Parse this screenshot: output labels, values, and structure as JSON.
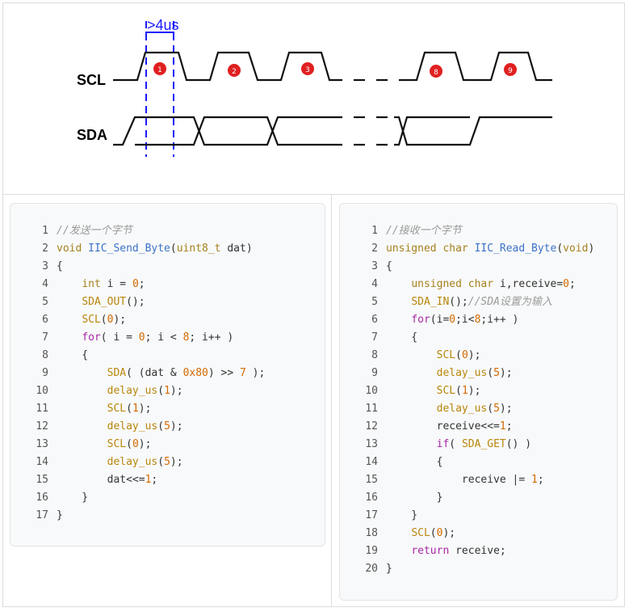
{
  "diagram": {
    "timing_label": ">4us",
    "scl_label": "SCL",
    "sda_label": "SDA",
    "pulses": [
      "1",
      "2",
      "3",
      "8",
      "9"
    ],
    "colors": {
      "signal": "#111111",
      "marker": "#1a1aff",
      "pulse_badge": "#e02020"
    }
  },
  "left_code": {
    "lines": [
      {
        "n": "1",
        "tokens": [
          {
            "t": "//发送一个字节",
            "c": "cm"
          }
        ]
      },
      {
        "n": "2",
        "tokens": [
          {
            "t": "void ",
            "c": "kw"
          },
          {
            "t": "IIC_Send_Byte",
            "c": "fn"
          },
          {
            "t": "(",
            "c": "txt"
          },
          {
            "t": "uint8_t",
            "c": "kw"
          },
          {
            "t": " dat)",
            "c": "txt"
          }
        ]
      },
      {
        "n": "3",
        "tokens": [
          {
            "t": "{",
            "c": "txt"
          }
        ]
      },
      {
        "n": "4",
        "tokens": [
          {
            "t": "    ",
            "c": "txt"
          },
          {
            "t": "int",
            "c": "kw"
          },
          {
            "t": " i = ",
            "c": "txt"
          },
          {
            "t": "0",
            "c": "num"
          },
          {
            "t": ";",
            "c": "txt"
          }
        ]
      },
      {
        "n": "5",
        "tokens": [
          {
            "t": "    ",
            "c": "txt"
          },
          {
            "t": "SDA_OUT",
            "c": "call"
          },
          {
            "t": "();",
            "c": "txt"
          }
        ]
      },
      {
        "n": "6",
        "tokens": [
          {
            "t": "    ",
            "c": "txt"
          },
          {
            "t": "SCL",
            "c": "call"
          },
          {
            "t": "(",
            "c": "txt"
          },
          {
            "t": "0",
            "c": "num"
          },
          {
            "t": ");",
            "c": "txt"
          }
        ]
      },
      {
        "n": "7",
        "tokens": [
          {
            "t": "    ",
            "c": "txt"
          },
          {
            "t": "for",
            "c": "ctl"
          },
          {
            "t": "( i = ",
            "c": "txt"
          },
          {
            "t": "0",
            "c": "num"
          },
          {
            "t": "; i < ",
            "c": "txt"
          },
          {
            "t": "8",
            "c": "num"
          },
          {
            "t": "; i++ )",
            "c": "txt"
          }
        ]
      },
      {
        "n": "8",
        "tokens": [
          {
            "t": "    {",
            "c": "txt"
          }
        ]
      },
      {
        "n": "9",
        "tokens": [
          {
            "t": "        ",
            "c": "txt"
          },
          {
            "t": "SDA",
            "c": "call"
          },
          {
            "t": "( (dat & ",
            "c": "txt"
          },
          {
            "t": "0x80",
            "c": "num"
          },
          {
            "t": ") >> ",
            "c": "txt"
          },
          {
            "t": "7",
            "c": "num"
          },
          {
            "t": " );",
            "c": "txt"
          }
        ]
      },
      {
        "n": "10",
        "tokens": [
          {
            "t": "        ",
            "c": "txt"
          },
          {
            "t": "delay_us",
            "c": "call"
          },
          {
            "t": "(",
            "c": "txt"
          },
          {
            "t": "1",
            "c": "num"
          },
          {
            "t": ");",
            "c": "txt"
          }
        ]
      },
      {
        "n": "11",
        "tokens": [
          {
            "t": "        ",
            "c": "txt"
          },
          {
            "t": "SCL",
            "c": "call"
          },
          {
            "t": "(",
            "c": "txt"
          },
          {
            "t": "1",
            "c": "num"
          },
          {
            "t": ");",
            "c": "txt"
          }
        ]
      },
      {
        "n": "12",
        "tokens": [
          {
            "t": "        ",
            "c": "txt"
          },
          {
            "t": "delay_us",
            "c": "call"
          },
          {
            "t": "(",
            "c": "txt"
          },
          {
            "t": "5",
            "c": "num"
          },
          {
            "t": ");",
            "c": "txt"
          }
        ]
      },
      {
        "n": "13",
        "tokens": [
          {
            "t": "        ",
            "c": "txt"
          },
          {
            "t": "SCL",
            "c": "call"
          },
          {
            "t": "(",
            "c": "txt"
          },
          {
            "t": "0",
            "c": "num"
          },
          {
            "t": ");",
            "c": "txt"
          }
        ]
      },
      {
        "n": "14",
        "tokens": [
          {
            "t": "        ",
            "c": "txt"
          },
          {
            "t": "delay_us",
            "c": "call"
          },
          {
            "t": "(",
            "c": "txt"
          },
          {
            "t": "5",
            "c": "num"
          },
          {
            "t": ");",
            "c": "txt"
          }
        ]
      },
      {
        "n": "15",
        "tokens": [
          {
            "t": "        dat<<=",
            "c": "txt"
          },
          {
            "t": "1",
            "c": "num"
          },
          {
            "t": ";",
            "c": "txt"
          }
        ]
      },
      {
        "n": "16",
        "tokens": [
          {
            "t": "    }",
            "c": "txt"
          }
        ]
      },
      {
        "n": "17",
        "tokens": [
          {
            "t": "}",
            "c": "txt"
          }
        ]
      }
    ]
  },
  "right_code": {
    "lines": [
      {
        "n": "1",
        "tokens": [
          {
            "t": "//接收一个字节",
            "c": "cm"
          }
        ]
      },
      {
        "n": "2",
        "tokens": [
          {
            "t": "unsigned char ",
            "c": "kw"
          },
          {
            "t": "IIC_Read_Byte",
            "c": "fn"
          },
          {
            "t": "(",
            "c": "txt"
          },
          {
            "t": "void",
            "c": "kw"
          },
          {
            "t": ")",
            "c": "txt"
          }
        ]
      },
      {
        "n": "3",
        "tokens": [
          {
            "t": "{",
            "c": "txt"
          }
        ]
      },
      {
        "n": "4",
        "tokens": [
          {
            "t": "    ",
            "c": "txt"
          },
          {
            "t": "unsigned char",
            "c": "kw"
          },
          {
            "t": " i,receive=",
            "c": "txt"
          },
          {
            "t": "0",
            "c": "num"
          },
          {
            "t": ";",
            "c": "txt"
          }
        ]
      },
      {
        "n": "5",
        "tokens": [
          {
            "t": "    ",
            "c": "txt"
          },
          {
            "t": "SDA_IN",
            "c": "call"
          },
          {
            "t": "();",
            "c": "txt"
          },
          {
            "t": "//SDA设置为输入",
            "c": "cm"
          }
        ]
      },
      {
        "n": "6",
        "tokens": [
          {
            "t": "    ",
            "c": "txt"
          },
          {
            "t": "for",
            "c": "ctl"
          },
          {
            "t": "(i=",
            "c": "txt"
          },
          {
            "t": "0",
            "c": "num"
          },
          {
            "t": ";i<",
            "c": "txt"
          },
          {
            "t": "8",
            "c": "num"
          },
          {
            "t": ";i++ )",
            "c": "txt"
          }
        ]
      },
      {
        "n": "7",
        "tokens": [
          {
            "t": "    {",
            "c": "txt"
          }
        ]
      },
      {
        "n": "8",
        "tokens": [
          {
            "t": "        ",
            "c": "txt"
          },
          {
            "t": "SCL",
            "c": "call"
          },
          {
            "t": "(",
            "c": "txt"
          },
          {
            "t": "0",
            "c": "num"
          },
          {
            "t": ");",
            "c": "txt"
          }
        ]
      },
      {
        "n": "9",
        "tokens": [
          {
            "t": "        ",
            "c": "txt"
          },
          {
            "t": "delay_us",
            "c": "call"
          },
          {
            "t": "(",
            "c": "txt"
          },
          {
            "t": "5",
            "c": "num"
          },
          {
            "t": ");",
            "c": "txt"
          }
        ]
      },
      {
        "n": "10",
        "tokens": [
          {
            "t": "        ",
            "c": "txt"
          },
          {
            "t": "SCL",
            "c": "call"
          },
          {
            "t": "(",
            "c": "txt"
          },
          {
            "t": "1",
            "c": "num"
          },
          {
            "t": ");",
            "c": "txt"
          }
        ]
      },
      {
        "n": "11",
        "tokens": [
          {
            "t": "        ",
            "c": "txt"
          },
          {
            "t": "delay_us",
            "c": "call"
          },
          {
            "t": "(",
            "c": "txt"
          },
          {
            "t": "5",
            "c": "num"
          },
          {
            "t": ");",
            "c": "txt"
          }
        ]
      },
      {
        "n": "12",
        "tokens": [
          {
            "t": "        receive<<=",
            "c": "txt"
          },
          {
            "t": "1",
            "c": "num"
          },
          {
            "t": ";",
            "c": "txt"
          }
        ]
      },
      {
        "n": "13",
        "tokens": [
          {
            "t": "        ",
            "c": "txt"
          },
          {
            "t": "if",
            "c": "ctl"
          },
          {
            "t": "( ",
            "c": "txt"
          },
          {
            "t": "SDA_GET",
            "c": "call"
          },
          {
            "t": "() )",
            "c": "txt"
          }
        ]
      },
      {
        "n": "14",
        "tokens": [
          {
            "t": "        {",
            "c": "txt"
          }
        ]
      },
      {
        "n": "15",
        "tokens": [
          {
            "t": "            receive |= ",
            "c": "txt"
          },
          {
            "t": "1",
            "c": "num"
          },
          {
            "t": ";",
            "c": "txt"
          }
        ]
      },
      {
        "n": "16",
        "tokens": [
          {
            "t": "        }",
            "c": "txt"
          }
        ]
      },
      {
        "n": "17",
        "tokens": [
          {
            "t": "    }",
            "c": "txt"
          }
        ]
      },
      {
        "n": "18",
        "tokens": [
          {
            "t": "    ",
            "c": "txt"
          },
          {
            "t": "SCL",
            "c": "call"
          },
          {
            "t": "(",
            "c": "txt"
          },
          {
            "t": "0",
            "c": "num"
          },
          {
            "t": ");",
            "c": "txt"
          }
        ]
      },
      {
        "n": "19",
        "tokens": [
          {
            "t": "    ",
            "c": "txt"
          },
          {
            "t": "return",
            "c": "ctl"
          },
          {
            "t": " receive;",
            "c": "txt"
          }
        ]
      },
      {
        "n": "20",
        "tokens": [
          {
            "t": "}",
            "c": "txt"
          }
        ]
      }
    ]
  }
}
